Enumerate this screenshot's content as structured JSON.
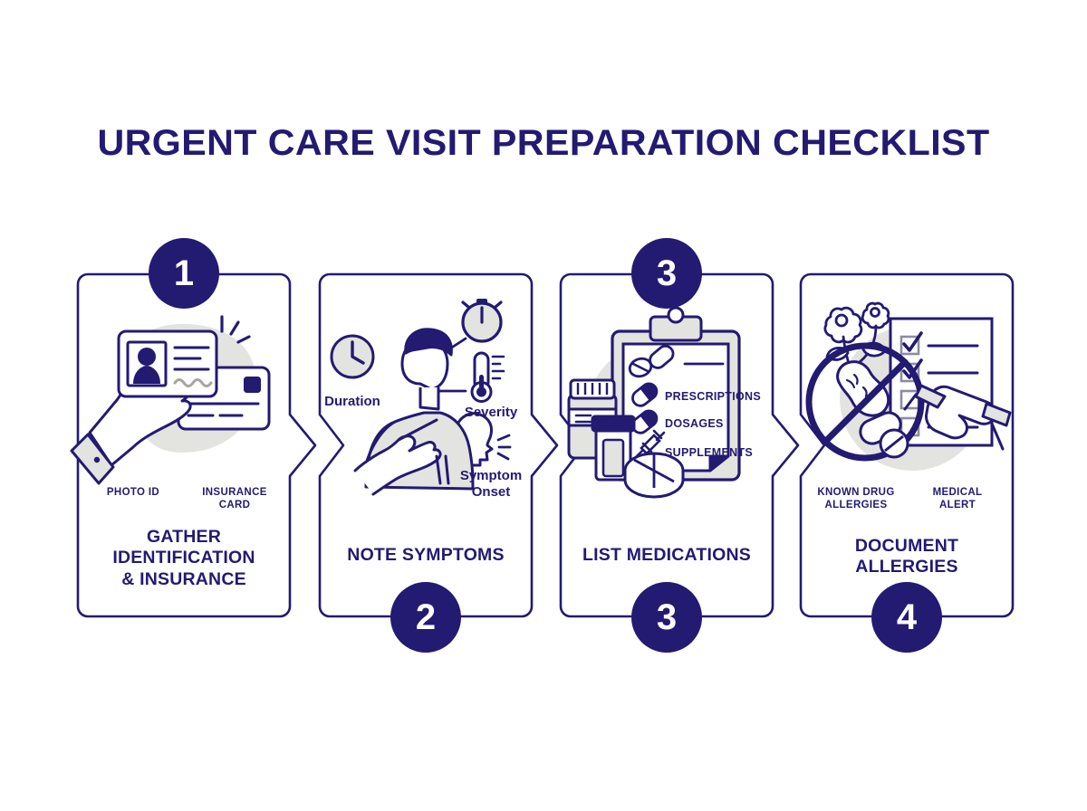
{
  "header": {
    "title": "URGENT CARE VISIT PREPARATION CHECKLIST"
  },
  "theme": {
    "brand_navy": "#231a72",
    "blob_gray": "#e3e3df",
    "background": "#ffffff",
    "badge_text": "#ffffff"
  },
  "steps": [
    {
      "badge": "1",
      "badge_position": "top",
      "title": "GATHER IDENTIFICATION & INSURANCE",
      "title_lines": [
        "GATHER",
        "IDENTIFICATION",
        "& INSURANCE"
      ],
      "sublabels": [
        {
          "lines": [
            "PHOTO ID"
          ]
        },
        {
          "lines": [
            "INSURANCE",
            "CARD"
          ]
        }
      ],
      "icons": [
        "hand-holding-id-card-icon",
        "insurance-card-icon",
        "sparkle-icon"
      ]
    },
    {
      "badge": "2",
      "badge_position": "bottom",
      "title": "NOTE SYMPTOMS",
      "title_lines": [
        "NOTE SYMPTOMS"
      ],
      "sublabels": [],
      "annotations": [
        {
          "label": "Duration",
          "icon": "clock-icon"
        },
        {
          "label": "Severity",
          "icon": "thermometer-icon"
        },
        {
          "label": "Symptom Onset",
          "icon": "talking-head-icon"
        }
      ],
      "icons": [
        "person-pointing-icon",
        "stopwatch-icon",
        "clock-icon",
        "thermometer-icon",
        "talking-head-icon"
      ]
    },
    {
      "badge": "3",
      "badge_position": "both",
      "title": "LIST MEDICATIONS",
      "title_lines": [
        "LIST MEDICATIONS"
      ],
      "sublabels": [],
      "list_items": [
        {
          "label": "PRESCRIPTIONS",
          "icon": "capsule-icon"
        },
        {
          "label": "DOSAGES",
          "icon": "capsule-icon"
        },
        {
          "label": "SUPPLEMENTS",
          "icon": "syringe-icon"
        }
      ],
      "icons": [
        "clipboard-icon",
        "pill-bottle-icon",
        "prescription-bottle-icon",
        "tablet-icon"
      ]
    },
    {
      "badge": "4",
      "badge_position": "bottom",
      "title": "DOCUMENT ALLERGIES",
      "title_lines": [
        "DOCUMENT",
        "ALLERGIES"
      ],
      "sublabels": [
        {
          "lines": [
            "KNOWN DRUG",
            "ALLERGIES"
          ]
        },
        {
          "lines": [
            "MEDICAL",
            "ALERT"
          ]
        }
      ],
      "icons": [
        "flower-icon",
        "no-peanut-pill-prohibition-icon",
        "checklist-icon",
        "hand-writing-pen-icon"
      ]
    }
  ]
}
